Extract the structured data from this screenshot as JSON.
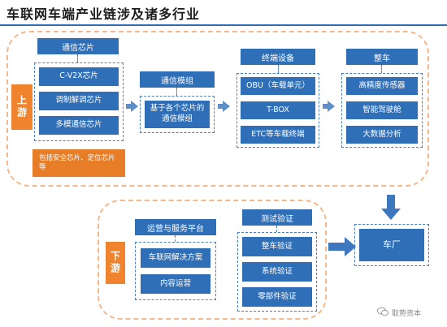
{
  "title": "车联网车端产业链涉及诸多行业",
  "upstream": {
    "tag": "上游",
    "chips": {
      "header": "通信芯片",
      "items": [
        "C-V2X芯片",
        "调制解调芯片",
        "多模通信芯片"
      ],
      "note": "包括安全芯片、定位芯片等"
    },
    "module": {
      "header": "通信模组",
      "desc": "基于各个芯片的通信模组"
    },
    "terminal": {
      "header": "终端设备",
      "items": [
        "OBU（车载单元）",
        "T-BOX",
        "ETC等车载终端"
      ]
    },
    "vehicle": {
      "header": "整车",
      "items": [
        "高精度传感器",
        "智能驾驶舱",
        "大数据分析"
      ]
    }
  },
  "downstream": {
    "tag": "下游",
    "ops": {
      "header": "运营与服务平台",
      "items": [
        "车联网解决方案",
        "内容运营"
      ]
    },
    "test": {
      "header": "测试验证",
      "items": [
        "整车验证",
        "系统验证",
        "零部件验证"
      ]
    },
    "oem": "车厂"
  },
  "watermark": "取势资本"
}
